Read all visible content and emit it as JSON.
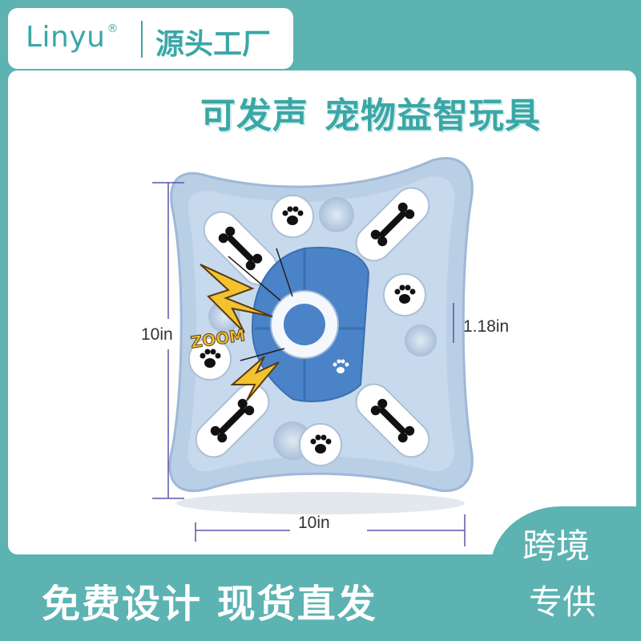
{
  "header": {
    "brand": "Linyu",
    "registered_mark": "®",
    "tagline": "源头工厂"
  },
  "headline": {
    "part1": "可发声",
    "part2": "宠物益智玩具"
  },
  "product": {
    "image_text": "ZOOM",
    "height_label": "10in",
    "width_label": "10in",
    "depth_label": "1.18in"
  },
  "footer": {
    "slogan": "免费设计 现货直发",
    "corner_line1": "跨境",
    "corner_line2": "专供"
  },
  "colors": {
    "brand_teal": "#5cb3b2",
    "toy_blue": "#b9cfe5",
    "toy_accent": "#4a83c8",
    "dimension_line": "#5a56a8"
  }
}
